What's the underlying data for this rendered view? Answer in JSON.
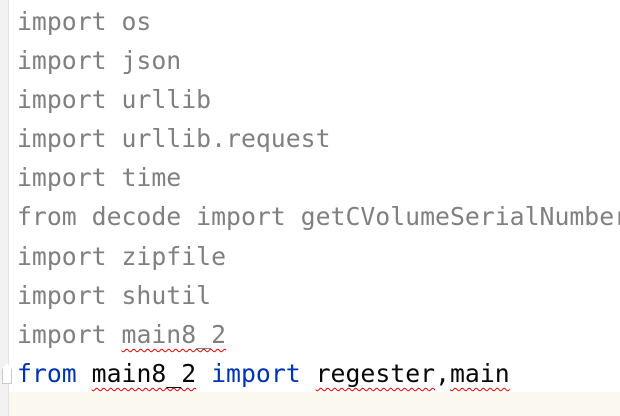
{
  "editor": {
    "lines": [
      {
        "kw1": "import",
        "rest": " os"
      },
      {
        "kw1": "import",
        "rest": " json"
      },
      {
        "kw1": "import",
        "rest": " urllib"
      },
      {
        "kw1": "import",
        "rest": " urllib.request"
      },
      {
        "kw1": "import",
        "rest": " time"
      },
      {
        "kw1": "from",
        "rest": " decode import getCVolumeSerialNumber"
      },
      {
        "kw1": "import",
        "rest": " zipfile"
      },
      {
        "kw1": "import",
        "rest": " shutil"
      },
      {
        "kw1": "import",
        "module": "main8_2"
      },
      {
        "kw1": "from",
        "module": "main8_2",
        "kw2": "import",
        "name1": "regester",
        "sep": ",",
        "name2": "main"
      }
    ],
    "colors": {
      "keyword": "#0033b3",
      "unused": "#808080",
      "error_underline": "#e00000"
    }
  }
}
